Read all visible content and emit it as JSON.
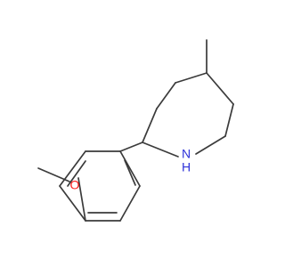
{
  "molecule": {
    "atoms": [
      {
        "id": "N",
        "symbol": "N",
        "label": "N",
        "label_color": "#2e32d9"
      },
      {
        "id": "NH",
        "symbol": "H",
        "label": "H",
        "label_color": "#2e32d9"
      },
      {
        "id": "O",
        "symbol": "O",
        "label": "O",
        "label_color": "#ff1a1a"
      }
    ],
    "bond_color": "#3b3b3b"
  }
}
